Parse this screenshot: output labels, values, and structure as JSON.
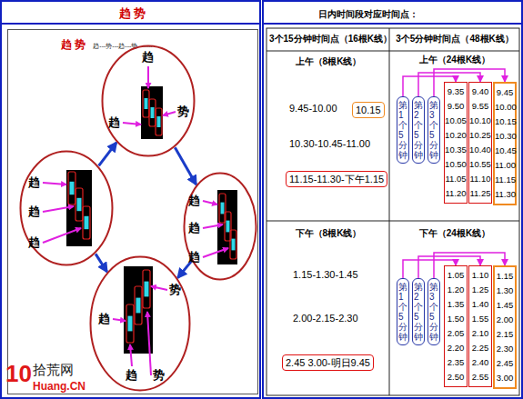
{
  "diagram": {
    "nodes": [
      {
        "text": [
          "趋 势"
        ]
      },
      {
        "text": [
          "趋 势",
          "趋---势---趋---势-------"
        ],
        "in": 0
      },
      {
        "text": [
          "趋",
          "势",
          "趋"
        ],
        "in": 1
      },
      {
        "text": [
          "趋",
          "趋",
          "趋"
        ],
        "in": 1
      },
      {
        "text": [
          "趋",
          "趋",
          "趋"
        ],
        "in": 1
      },
      {
        "text": [
          "趋",
          "势",
          "趋",
          "势"
        ],
        "in": 1
      },
      {
        "text": [
          "日内时间段对应时间点："
        ]
      },
      {
        "text": [
          "10.15"
        ],
        "in": 6
      },
      {
        "text": [
          "11.15-11.30-下午1.15"
        ],
        "in": 6
      },
      {
        "text": [
          "第1个5分钟"
        ],
        "in": 6
      },
      {
        "text": [
          "第2个5分钟"
        ],
        "in": 6
      },
      {
        "text": [
          "第3个5分钟"
        ],
        "in": 6
      },
      {
        "text": [
          "9.35",
          "9.50",
          "10.05",
          "10.20",
          "10.35",
          "10.50",
          "11.05",
          "11.20"
        ],
        "in": 6
      },
      {
        "text": [
          "9.40",
          "9.55",
          "10.10",
          "10.25",
          "10.40",
          "10.55",
          "11.10",
          "11.25"
        ],
        "in": 6
      },
      {
        "text": [
          "9.45",
          "10.00",
          "10.15",
          "10.30",
          "10.45",
          "11.00",
          "11.15",
          "11.30"
        ],
        "in": 6
      },
      {
        "text": [
          "2.45 3.00-明日9.45"
        ],
        "in": 6
      },
      {
        "text": [
          "第1个5分钟"
        ],
        "in": 6
      },
      {
        "text": [
          "第2个5分钟"
        ],
        "in": 6
      },
      {
        "text": [
          "第3个5分钟"
        ],
        "in": 6
      },
      {
        "text": [
          "1.05",
          "1.20",
          "1.35",
          "1.50",
          "2.05",
          "2.20",
          "2.35",
          "2.50"
        ],
        "in": 6
      },
      {
        "text": [
          "1.10",
          "1.25",
          "1.40",
          "1.55",
          "2.10",
          "2.25",
          "2.40",
          "2.55"
        ],
        "in": 6
      },
      {
        "text": [
          "1.15",
          "1.30",
          "1.45",
          "2.00",
          "2.15",
          "2.30",
          "2.45",
          "3.00"
        ],
        "in": 6
      }
    ],
    "edges": [
      {
        "from": 3,
        "to": 2,
        "arrow": "to"
      },
      {
        "from": 2,
        "to": 4,
        "arrow": "to"
      },
      {
        "from": 4,
        "to": 5,
        "arrow": "to"
      },
      {
        "from": 3,
        "to": 5,
        "arrow": "to"
      },
      {
        "from": 9,
        "to": 12,
        "arrow": "to"
      },
      {
        "from": 10,
        "to": 13,
        "arrow": "to"
      },
      {
        "from": 11,
        "to": 14,
        "arrow": "to"
      },
      {
        "from": 16,
        "to": 19,
        "arrow": "to"
      },
      {
        "from": 17,
        "to": 20,
        "arrow": "to"
      },
      {
        "from": 18,
        "to": 21,
        "arrow": "to"
      }
    ],
    "labels": [
      "3个15分钟时间点（16根K线）",
      "3个5分钟时间点（48根K线）",
      "上午（8根K线）",
      "上午（24根K线）",
      "9.45-10.00",
      "10.30-10.45-11.00",
      "下午（8根K线）",
      "下午（24根K线）",
      "1.15-1.30-1.45",
      "2.00-2.15-2.30",
      "10",
      "拾荒网",
      "Huang.CN"
    ]
  }
}
